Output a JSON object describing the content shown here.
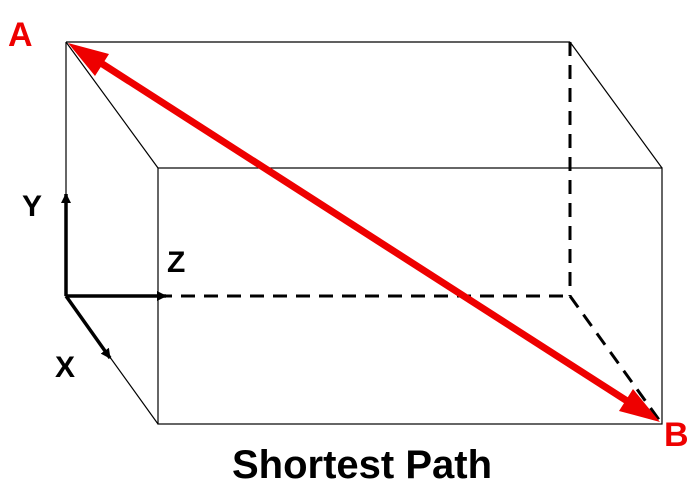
{
  "labels": {
    "point_a": "A",
    "point_b": "B",
    "axis_y": "Y",
    "axis_z": "Z",
    "axis_x": "X"
  },
  "caption": "Shortest Path",
  "colors": {
    "path": "#ee0000",
    "edges": "#000000",
    "background": "#ffffff"
  }
}
